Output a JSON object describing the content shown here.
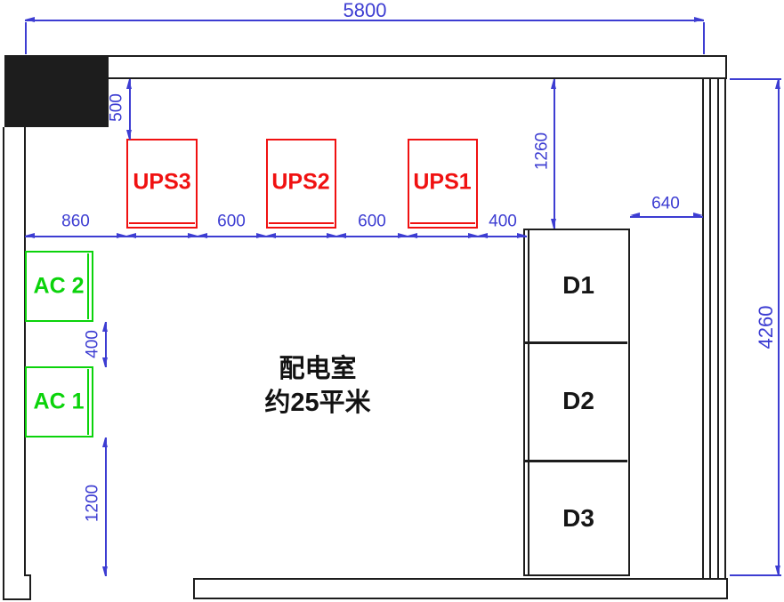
{
  "title": {
    "line1": "配电室",
    "line2": "约25平米"
  },
  "equipment": {
    "ups": [
      {
        "label": "UPS3"
      },
      {
        "label": "UPS2"
      },
      {
        "label": "UPS1"
      }
    ],
    "ac": [
      {
        "label": "AC 2"
      },
      {
        "label": "AC 1"
      }
    ],
    "distribution": [
      {
        "label": "D1"
      },
      {
        "label": "D2"
      },
      {
        "label": "D3"
      }
    ]
  },
  "dimensions": {
    "room_width": "5800",
    "room_depth": "4260",
    "ups_row_offset": "500",
    "wall_to_ups3": "860",
    "ups3_ups2_gap": "600",
    "ups2_ups1_gap": "600",
    "ups1_d_gap": "400",
    "top_wall_to_d1": "1260",
    "d_to_right_wall": "640",
    "ac_gap": "400",
    "ac1_to_bottom": "1200"
  },
  "colors": {
    "wall_ink": "#1d1d1d",
    "dimension_blue": "#3d3dd2",
    "ups_red": "#f01111",
    "ac_green": "#0bd30b",
    "background": "#ffffff"
  }
}
